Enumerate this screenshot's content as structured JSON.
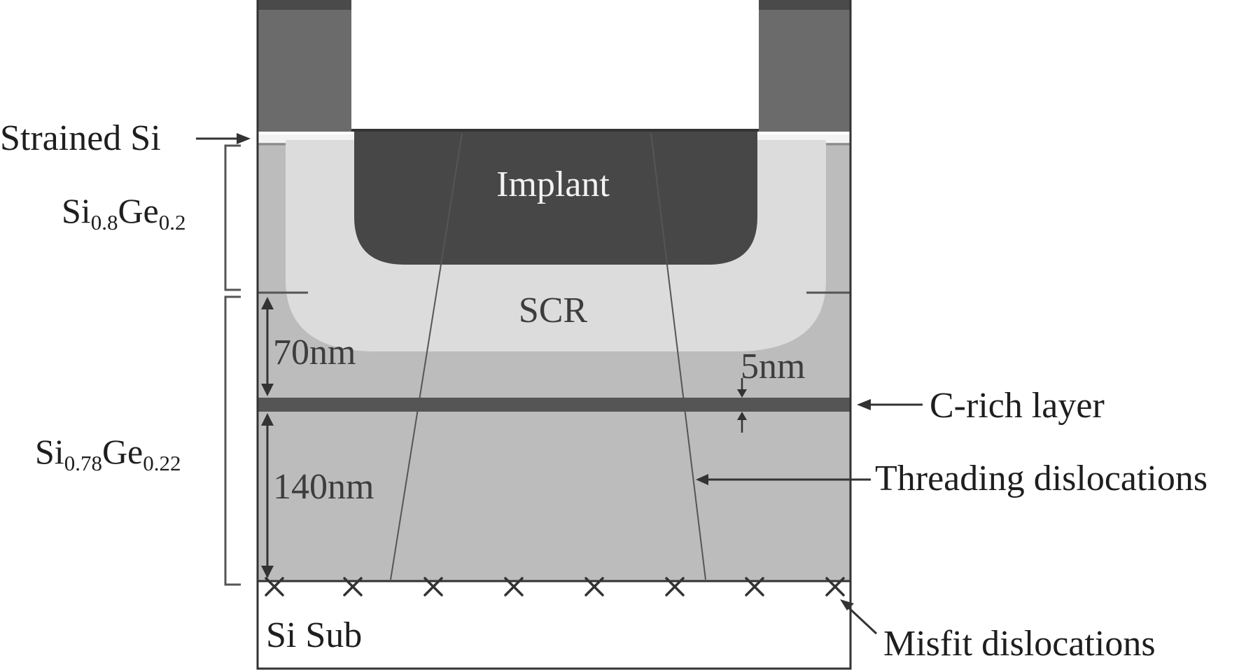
{
  "labels": {
    "strained_si": "Strained Si",
    "implant": "Implant",
    "scr": "SCR",
    "c_rich_layer": "C-rich layer",
    "threading_dislocations": "Threading dislocations",
    "misfit_dislocations": "Misfit dislocations",
    "si_sub": "Si Sub",
    "thickness_70": "70nm",
    "thickness_140": "140nm",
    "thickness_5": "5nm"
  },
  "upper_layer": {
    "si": "Si",
    "si_sub": "0.8",
    "ge": "Ge",
    "ge_sub": "0.2"
  },
  "lower_layer": {
    "si": "Si",
    "si_sub": "0.78",
    "ge": "Ge",
    "ge_sub": "0.22"
  },
  "colors": {
    "gate_spacer": "#6b6b6b",
    "implant": "#474747",
    "scr": "#dcdcdc",
    "sige_layer": "#bcbcbc",
    "c_rich_layer": "#555555",
    "substrate": "#ffffff",
    "outline": "#333333"
  },
  "icons": {
    "misfit_marker": "x-mark-icon"
  }
}
